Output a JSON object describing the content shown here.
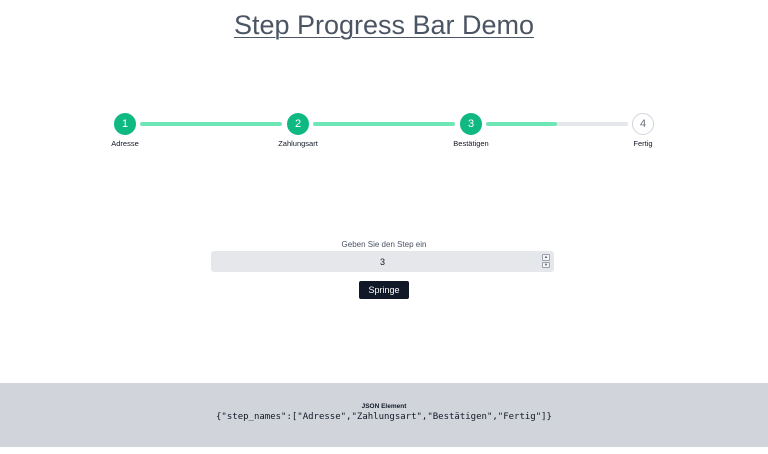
{
  "page": {
    "title": "Step Progress Bar Demo"
  },
  "progress": {
    "current_step": 3,
    "steps": [
      {
        "number": "1",
        "label": "Adresse",
        "state": "done"
      },
      {
        "number": "2",
        "label": "Zahlungsart",
        "state": "done"
      },
      {
        "number": "3",
        "label": "Bestätigen",
        "state": "done"
      },
      {
        "number": "4",
        "label": "Fertig",
        "state": "todo"
      }
    ],
    "segments_fill": [
      1,
      1,
      0.5
    ],
    "colors": {
      "done": "#10b981",
      "fill": "#6ee7b7",
      "track": "#e5e7eb"
    }
  },
  "form": {
    "input_label": "Geben Sie den Step ein",
    "input_value": "3",
    "button_label": "Springe"
  },
  "footer": {
    "title": "JSON Element",
    "json_text": "{\"step_names\":[\"Adresse\",\"Zahlungsart\",\"Bestätigen\",\"Fertig\"]}"
  }
}
